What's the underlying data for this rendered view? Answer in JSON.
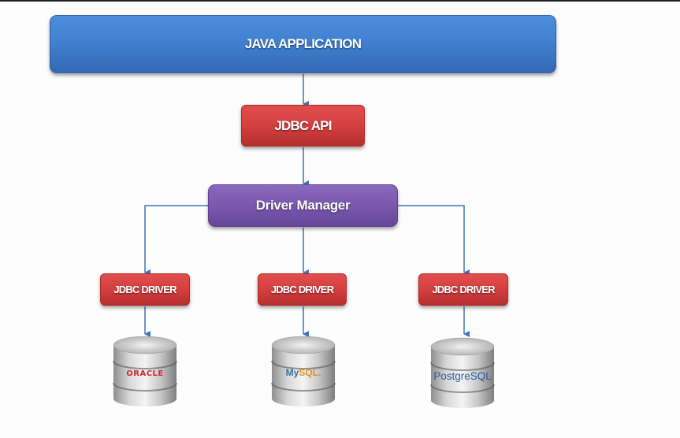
{
  "diagram": {
    "application": {
      "label": "JAVA APPLICATION",
      "color": "#3f7fcf"
    },
    "api": {
      "label": "JDBC API",
      "color": "#d43f3f"
    },
    "manager": {
      "label": "Driver Manager",
      "color": "#7a58ad"
    },
    "connector_color": "#3d73bb",
    "drivers": [
      {
        "label": "JDBC DRIVER",
        "database": {
          "name": "Oracle",
          "logo_text": "ORACLE"
        }
      },
      {
        "label": "JDBC DRIVER",
        "database": {
          "name": "MySQL",
          "logo_text_a": "My",
          "logo_text_b": "SQL."
        }
      },
      {
        "label": "JDBC DRIVER",
        "database": {
          "name": "PostgreSQL",
          "logo_text": "PostgreSQL"
        }
      }
    ]
  }
}
